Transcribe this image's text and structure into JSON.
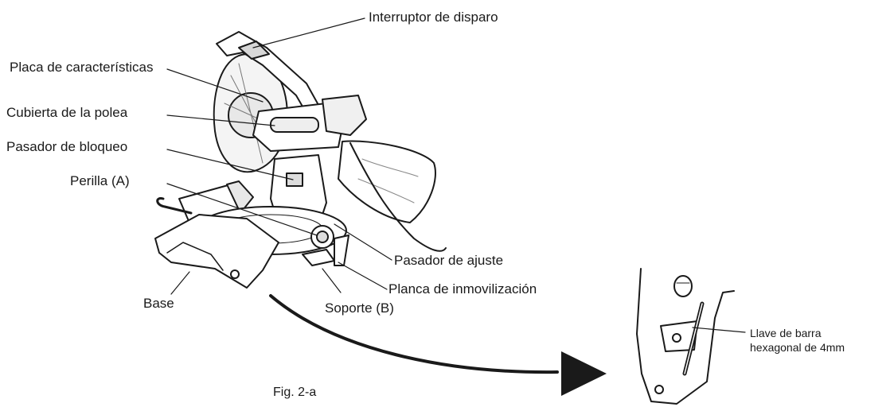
{
  "labels": {
    "trigger_switch": "Interruptor de disparo",
    "nameplate": "Placa de características",
    "pulley_cover": "Cubierta de la polea",
    "lock_pin": "Pasador de bloqueo",
    "knob_a": "Perilla (A)",
    "adjust_pin": "Pasador de ajuste",
    "lock_plate": "Planca de inmovilización",
    "support_b": "Soporte (B)",
    "base": "Base",
    "hex_wrench_line1": "Llave de barra",
    "hex_wrench_line2": "hexagonal de 4mm"
  },
  "caption": "Fig. 2-a"
}
